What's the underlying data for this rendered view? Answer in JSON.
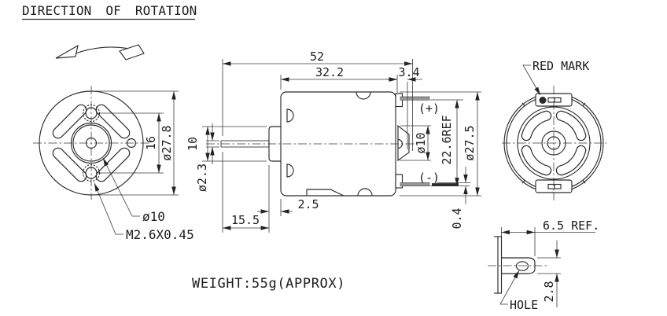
{
  "drawing": {
    "title": "DIRECTION OF ROTATION",
    "weight_note": "WEIGHT:55g(APPROX)",
    "colors": {
      "line": "#2b2b2b",
      "background": "#ffffff",
      "terminal_fill": "#969696"
    },
    "front_view": {
      "hole_spacing": "16",
      "outer_diameter": "ø27.8",
      "boss_diameter": "ø10",
      "screw_thread": "M2.6X0.45"
    },
    "side_view": {
      "total_length": "52",
      "body_length": "32.2",
      "rear_length": "3.4",
      "front_boss_diameter": "10",
      "shaft_diameter": "ø2.3",
      "boss_protrusion": "2.5",
      "shaft_length": "15.5",
      "terminal_positive": "(+)",
      "terminal_negative": "(-)",
      "rear_boss_diameter": "ø10",
      "terminal_span": "22.6REF",
      "body_diameter": "ø27.5",
      "terminal_thickness": "0.4"
    },
    "rear_view": {
      "red_mark": "RED MARK"
    },
    "terminal_detail": {
      "tab_length": "6.5 REF.",
      "hole_size": "2.8",
      "hole_label": "HOLE"
    }
  }
}
